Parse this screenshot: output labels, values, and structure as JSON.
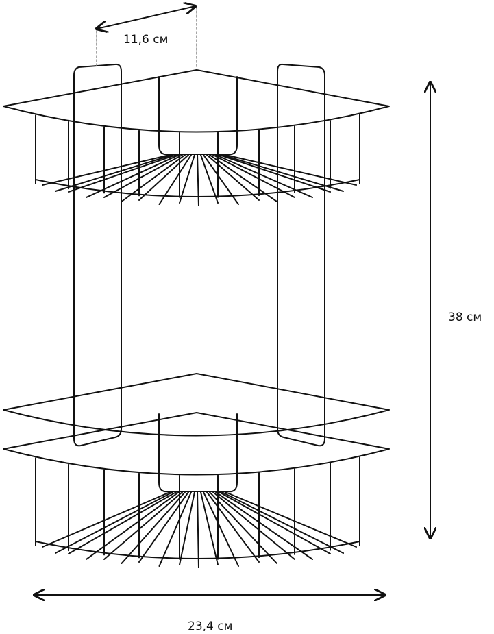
{
  "dimensions": {
    "depth": "11,6 см",
    "height": "38 см",
    "width": "23,4 см"
  },
  "colors": {
    "line": "#111111",
    "guide": "#888888"
  }
}
